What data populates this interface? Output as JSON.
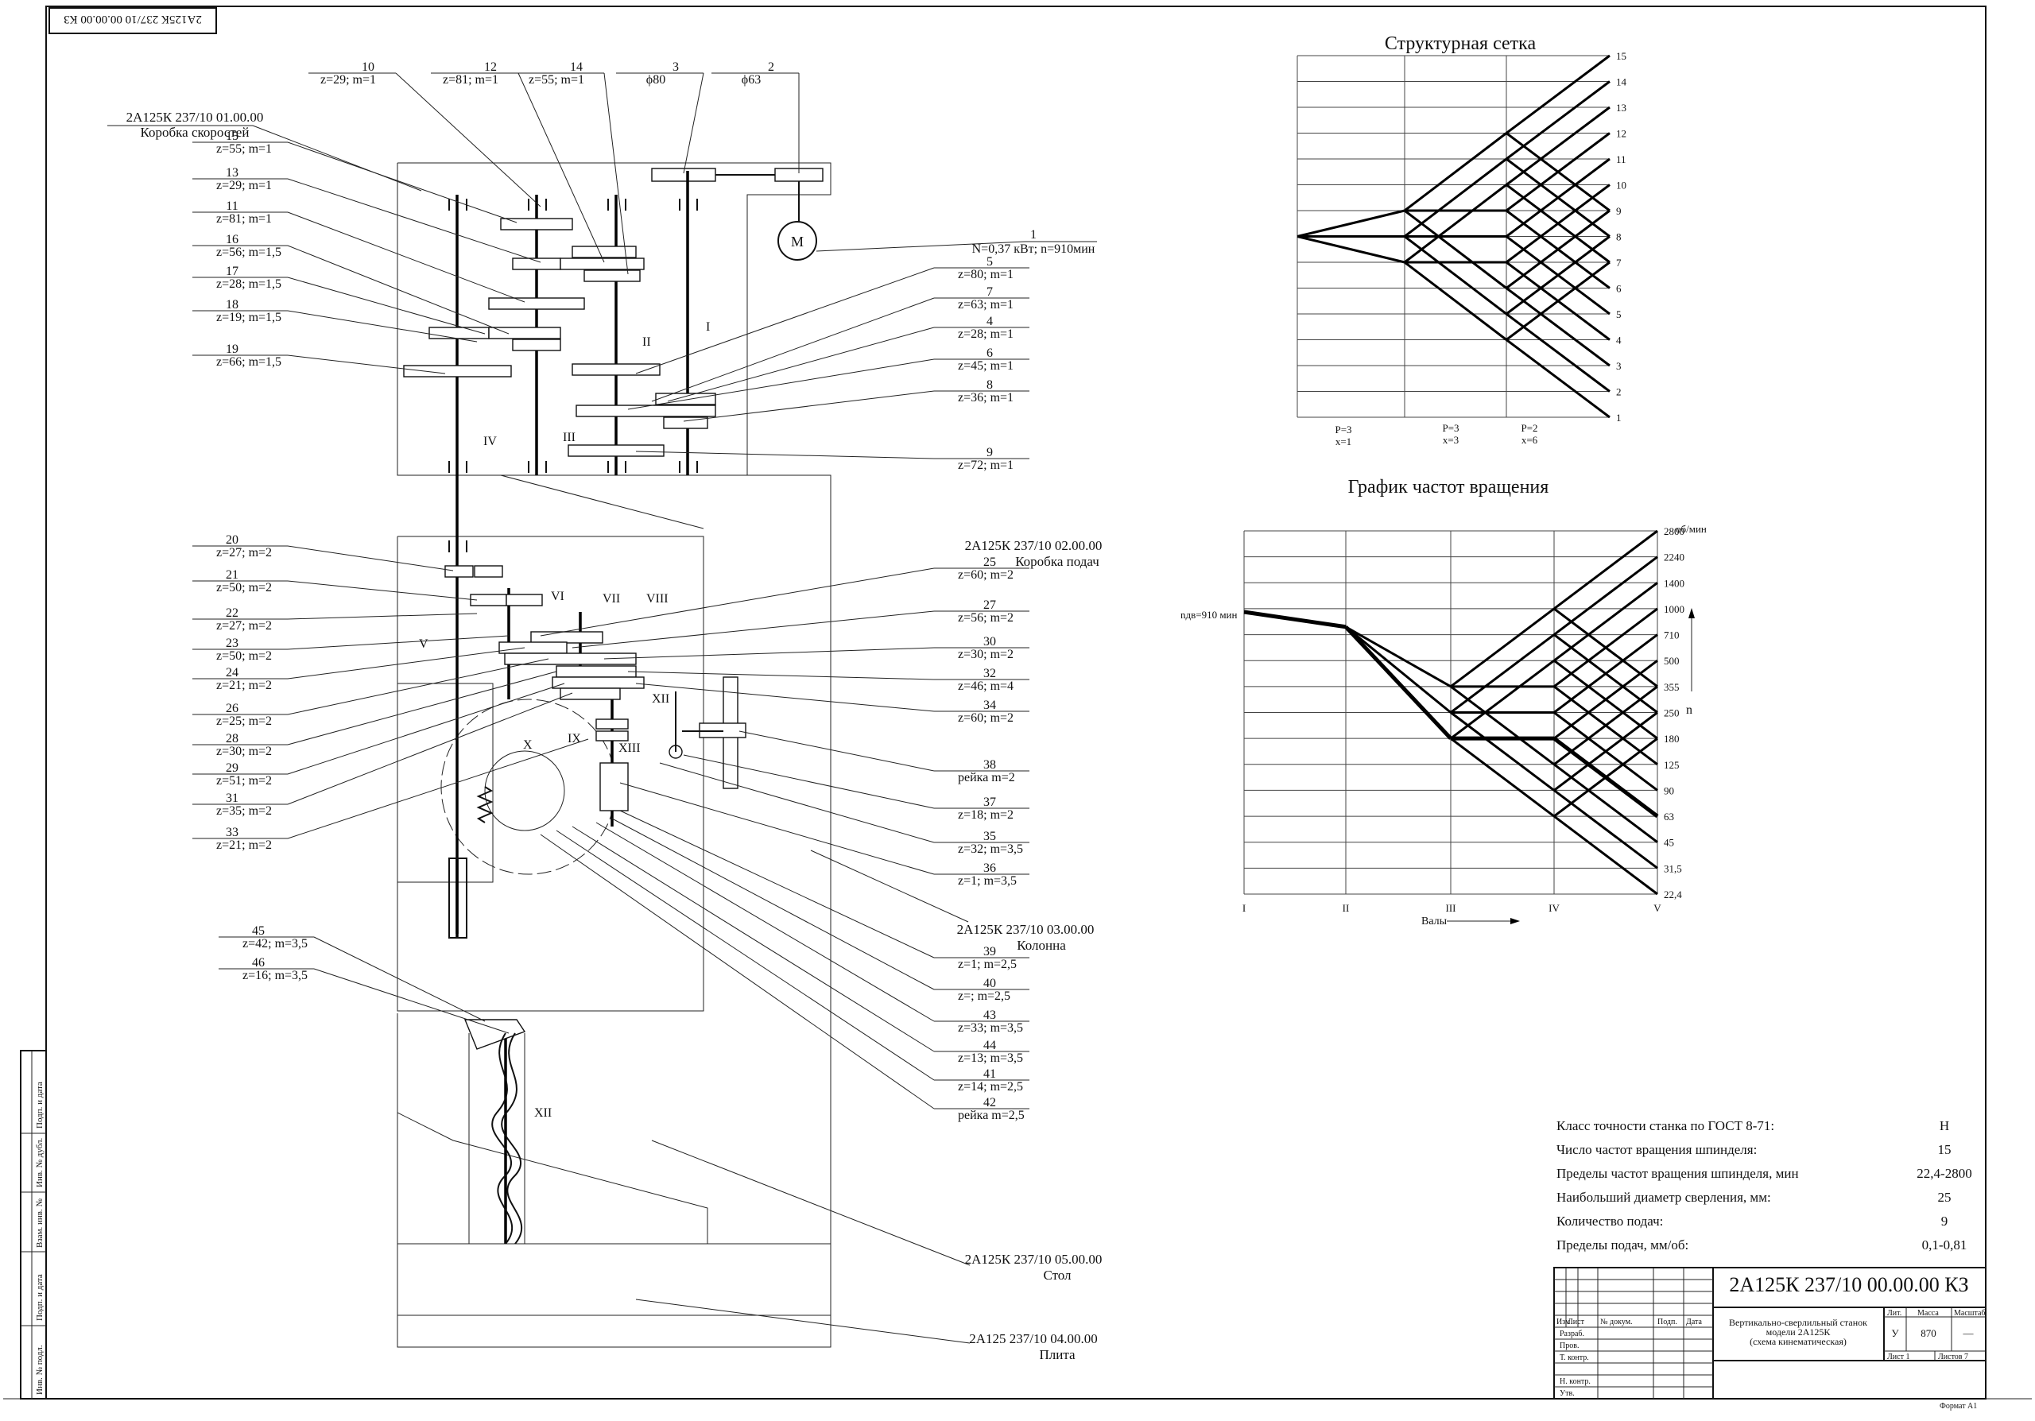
{
  "stamp_top": "2А125К 237/10 00.00.00 КЗ",
  "assemblies": {
    "speed_box": {
      "code": "2А125К 237/10 01.00.00",
      "name": "Коробка скоростей"
    },
    "feed_box": {
      "code": "2А125К 237/10 02.00.00",
      "name": "Коробка подач"
    },
    "column": {
      "code": "2А125К 237/10 03.00.00",
      "name": "Колонна"
    },
    "table": {
      "code": "2А125К 237/10 05.00.00",
      "name": "Стол"
    },
    "base": {
      "code": "2А125 237/10 04.00.00",
      "name": "Плита"
    }
  },
  "motor": {
    "symbol": "М",
    "num": "1",
    "spec": "N=0,37 кВт; n=910мин"
  },
  "labels": [
    {
      "num": "10",
      "spec": "z=29; m=1"
    },
    {
      "num": "12",
      "spec": "z=81; m=1"
    },
    {
      "num": "14",
      "spec": "z=55; m=1"
    },
    {
      "num": "3",
      "spec": "ϕ80"
    },
    {
      "num": "2",
      "spec": "ϕ63"
    },
    {
      "num": "15",
      "spec": "z=55; m=1"
    },
    {
      "num": "13",
      "spec": "z=29; m=1"
    },
    {
      "num": "11",
      "spec": "z=81; m=1"
    },
    {
      "num": "16",
      "spec": "z=56; m=1,5"
    },
    {
      "num": "17",
      "spec": "z=28; m=1,5"
    },
    {
      "num": "18",
      "spec": "z=19; m=1,5"
    },
    {
      "num": "19",
      "spec": "z=66; m=1,5"
    },
    {
      "num": "5",
      "spec": "z=80; m=1"
    },
    {
      "num": "7",
      "spec": "z=63; m=1"
    },
    {
      "num": "4",
      "spec": "z=28; m=1"
    },
    {
      "num": "6",
      "spec": "z=45; m=1"
    },
    {
      "num": "8",
      "spec": "z=36; m=1"
    },
    {
      "num": "9",
      "spec": "z=72; m=1"
    },
    {
      "num": "20",
      "spec": "z=27; m=2"
    },
    {
      "num": "21",
      "spec": "z=50; m=2"
    },
    {
      "num": "22",
      "spec": "z=27; m=2"
    },
    {
      "num": "23",
      "spec": "z=50; m=2"
    },
    {
      "num": "24",
      "spec": "z=21; m=2"
    },
    {
      "num": "26",
      "spec": "z=25; m=2"
    },
    {
      "num": "28",
      "spec": "z=30; m=2"
    },
    {
      "num": "29",
      "spec": "z=51; m=2"
    },
    {
      "num": "31",
      "spec": "z=35; m=2"
    },
    {
      "num": "33",
      "spec": "z=21; m=2"
    },
    {
      "num": "25",
      "spec": "z=60; m=2"
    },
    {
      "num": "27",
      "spec": "z=56; m=2"
    },
    {
      "num": "30",
      "spec": "z=30; m=2"
    },
    {
      "num": "32",
      "spec": "z=46; m=4"
    },
    {
      "num": "34",
      "spec": "z=60; m=2"
    },
    {
      "num": "38",
      "spec": "рейка m=2"
    },
    {
      "num": "37",
      "spec": "z=18; m=2"
    },
    {
      "num": "35",
      "spec": "z=32; m=3,5"
    },
    {
      "num": "36",
      "spec": "z=1; m=3,5"
    },
    {
      "num": "39",
      "spec": "z=1; m=2,5"
    },
    {
      "num": "40",
      "spec": "z=; m=2,5"
    },
    {
      "num": "43",
      "spec": "z=33; m=3,5"
    },
    {
      "num": "44",
      "spec": "z=13; m=3,5"
    },
    {
      "num": "41",
      "spec": "z=14; m=2,5"
    },
    {
      "num": "42",
      "spec": "рейка m=2,5"
    },
    {
      "num": "45",
      "spec": "z=42; m=3,5"
    },
    {
      "num": "46",
      "spec": "z=16; m=3,5"
    }
  ],
  "shafts": [
    "I",
    "II",
    "III",
    "IV",
    "V",
    "VI",
    "VII",
    "VIII",
    "IX",
    "X",
    "XII",
    "XIII",
    "XII"
  ],
  "structural_grid": {
    "title": "Структурная сетка",
    "levels": [
      "15",
      "14",
      "13",
      "12",
      "11",
      "10",
      "9",
      "8",
      "7",
      "6",
      "5",
      "4",
      "3",
      "2",
      "1"
    ],
    "groups": [
      {
        "p": "P=3",
        "x": "x=1"
      },
      {
        "p": "P=3",
        "x": "x=3"
      },
      {
        "p": "P=2",
        "x": "x=6"
      }
    ]
  },
  "speed_chart": {
    "title": "График частот вращения",
    "unit": "об/мин",
    "motor_label": "nдв=910 мин",
    "axis_n": "n",
    "shafts_label": "Валы",
    "shafts": [
      "I",
      "II",
      "III",
      "IV",
      "V"
    ],
    "speeds": [
      "2800",
      "2240",
      "1400",
      "1000",
      "710",
      "500",
      "355",
      "250",
      "180",
      "125",
      "90",
      "63",
      "45",
      "31,5",
      "22,4"
    ]
  },
  "specifications": [
    {
      "label": "Класс точности станка по ГОСТ 8-71:",
      "value": "Н"
    },
    {
      "label": "Число частот вращения шпинделя:",
      "value": "15"
    },
    {
      "label": "Пределы частот вращения шпинделя, мин",
      "value": "22,4-2800"
    },
    {
      "label": "Наибольший диаметр сверления, мм:",
      "value": "25"
    },
    {
      "label": "Количество подач:",
      "value": "9"
    },
    {
      "label": "Пределы подач, мм/об:",
      "value": "0,1-0,81"
    }
  ],
  "title_block": {
    "designation": "2А125К 237/10 00.00.00 КЗ",
    "title_lines": [
      "Вертикально-сверлильный станок",
      "модели 2А125К",
      "(схема кинематическая)"
    ],
    "cols": [
      "Изм",
      "Лист",
      "№ докум.",
      "Подп.",
      "Дата"
    ],
    "rows": [
      "Разраб.",
      "Пров.",
      "Т. контр.",
      "Н. контр.",
      "Утв."
    ],
    "lit_header": "Лит.",
    "mass_header": "Масса",
    "scale_header": "Масштаб",
    "lit": "У",
    "mass": "870",
    "scale": "—",
    "sheet": "Лист 1",
    "sheets": "Листов 7",
    "format": "Формат А1"
  },
  "side_stamp": [
    "Подп. и дата",
    "Инв. № дубл.",
    "Взам. инв. №",
    "Подп. и дата",
    "Инв. № подл."
  ]
}
